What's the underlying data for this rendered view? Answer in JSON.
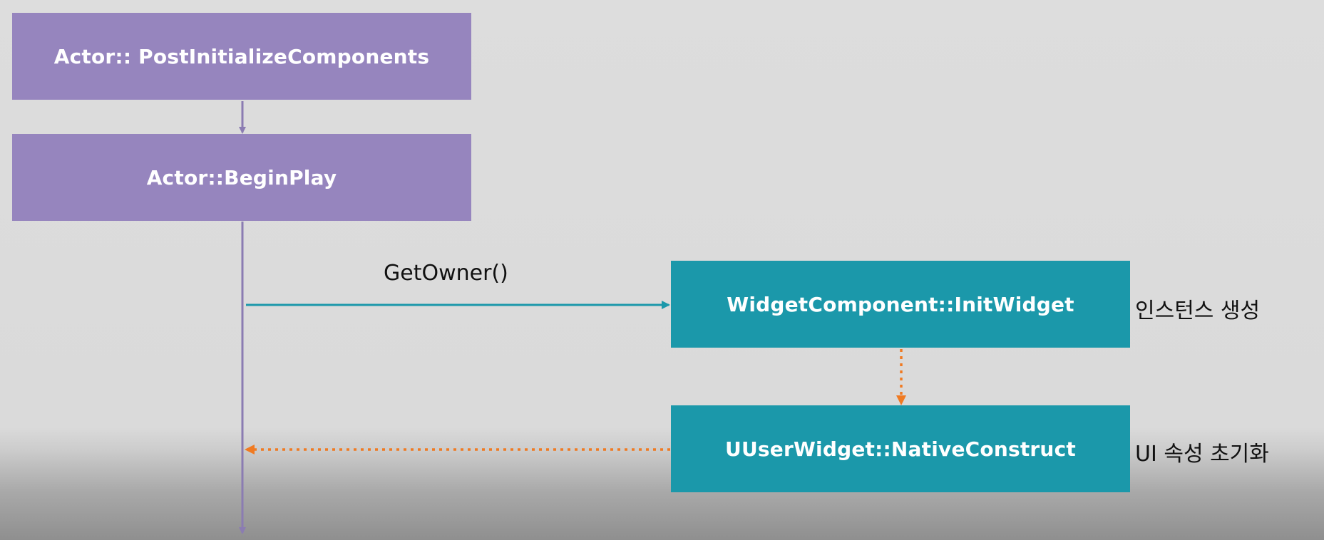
{
  "boxes": {
    "post_init": "Actor:: PostInitializeComponents",
    "begin_play": "Actor::BeginPlay",
    "init_widget": "WidgetComponent::InitWidget",
    "native_construct": "UUserWidget::NativeConstruct"
  },
  "labels": {
    "get_owner": "GetOwner()",
    "create_instance": "인스턴스 생성",
    "init_ui_props": "UI 속성 초기화"
  },
  "colors": {
    "purple_box": "#9685be",
    "teal_box": "#1b98aa",
    "purple_line": "#8b7cb2",
    "teal_arrow": "#1b98aa",
    "orange_dotted": "#f07a22"
  }
}
